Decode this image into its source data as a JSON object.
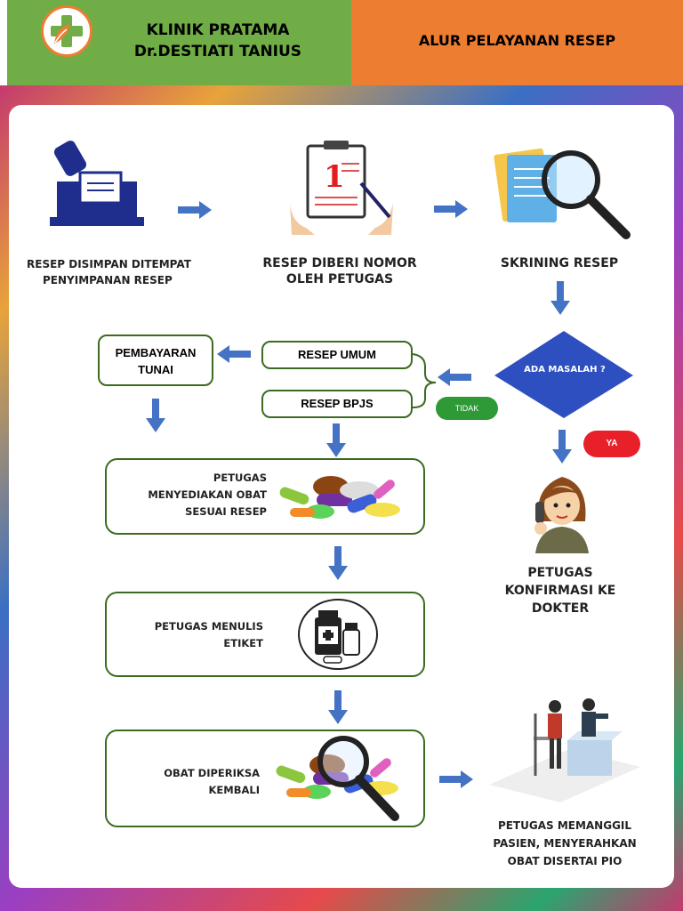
{
  "header": {
    "clinic_line1": "KLINIK PRATAMA",
    "clinic_line2": "Dr.DESTIATI TANIUS",
    "page_title": "ALUR PELAYANAN RESEP"
  },
  "steps": {
    "step1_line1": "RESEP DISIMPAN DITEMPAT",
    "step1_line2": "PENYIMPANAN RESEP",
    "step2_line1": "RESEP DIBERI NOMOR",
    "step2_line2": "OLEH PETUGAS",
    "step3": "SKRINING RESEP",
    "decision": "ADA MASALAH ?",
    "yes": "YA",
    "no": "TIDAK",
    "confirm_line1": "PETUGAS",
    "confirm_line2": "KONFIRMASI KE",
    "confirm_line3": "DOKTER",
    "umum": "RESEP UMUM",
    "bpjs": "RESEP BPJS",
    "payment_line1": "PEMBAYARAN",
    "payment_line2": "TUNAI",
    "prepare_line1": "PETUGAS",
    "prepare_line2": "MENYEDIAKAN OBAT",
    "prepare_line3": "SESUAI RESEP",
    "label_line1": "PETUGAS MENULIS",
    "label_line2": "ETIKET",
    "check_line1": "OBAT DIPERIKSA",
    "check_line2": "KEMBALI",
    "handover_line1": "PETUGAS MEMANGGIL",
    "handover_line2": "PASIEN, MENYERAHKAN",
    "handover_line3": "OBAT DISERTAI PIO"
  },
  "colors": {
    "header_green": "#70ad47",
    "header_orange": "#ed7d31",
    "arrow_blue": "#4472c4",
    "diamond_blue": "#2e4fbf",
    "box_border": "#3c6b1f",
    "yes_red": "#e8202a",
    "no_green": "#2e9a36"
  },
  "icons": [
    "plus-leaf-logo-icon",
    "ballot-box-icon",
    "clipboard-number-icon",
    "magnifier-document-icon",
    "pills-icon",
    "medicine-bottle-icon",
    "pills-magnifier-icon",
    "phone-woman-icon",
    "pharmacy-counter-icon"
  ]
}
